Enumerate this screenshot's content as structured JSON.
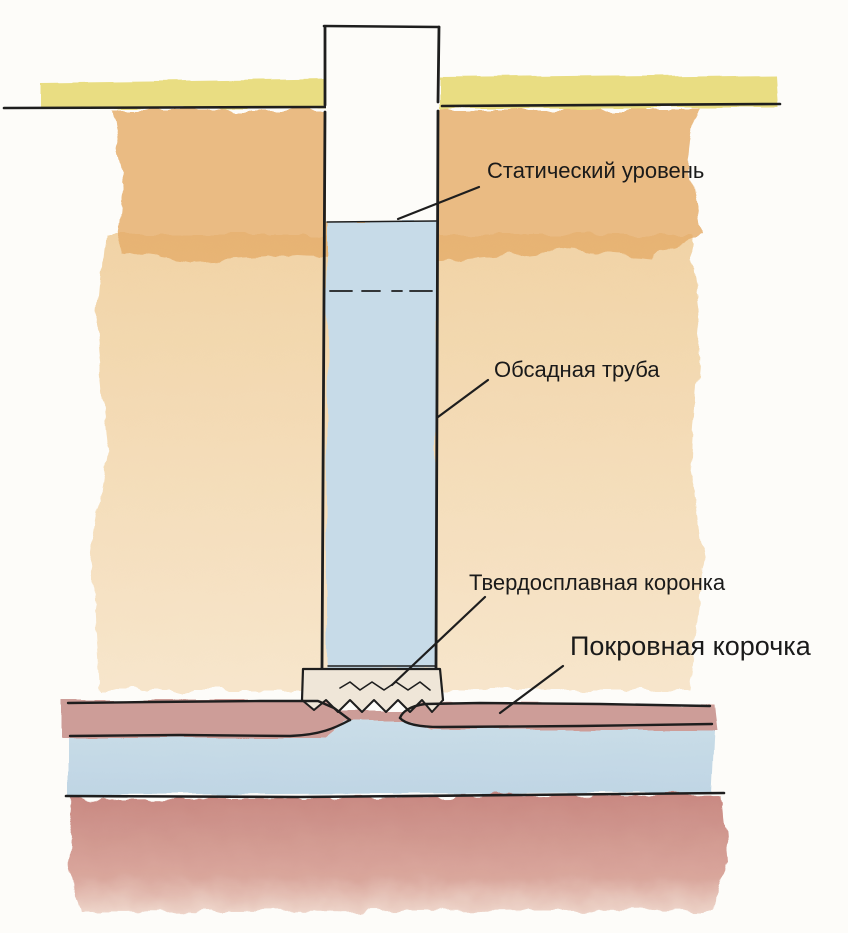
{
  "labels": {
    "static_level": "Статический уровень",
    "casing_pipe": "Обсадная труба",
    "carbide_crown": "Твердосплавная коронка",
    "cover_crust": "Покровная корочка"
  },
  "colors": {
    "surface": "#e8dc7c",
    "topsoil": "#e7b06e",
    "sandy_layer": "#f2d3a2",
    "water": "#c5dae6",
    "aquitard": "#c99590",
    "bottom_clay": "#c2867c",
    "crown": "#efe6d8",
    "ink": "#1e1e1e"
  }
}
